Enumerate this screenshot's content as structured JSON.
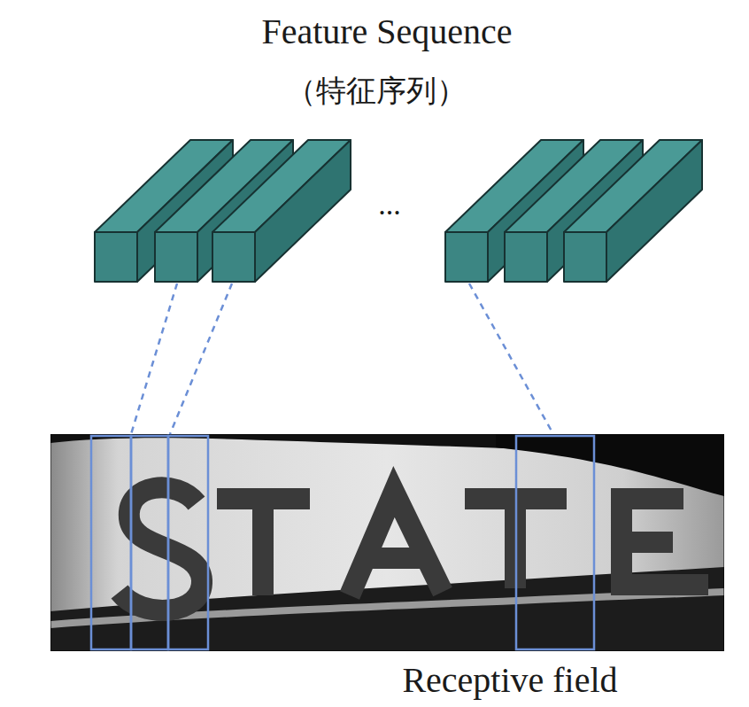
{
  "diagram": {
    "title": "Feature Sequence",
    "labels": [
      "（特征序列）",
      "...",
      "Receptive field"
    ]
  }
}
